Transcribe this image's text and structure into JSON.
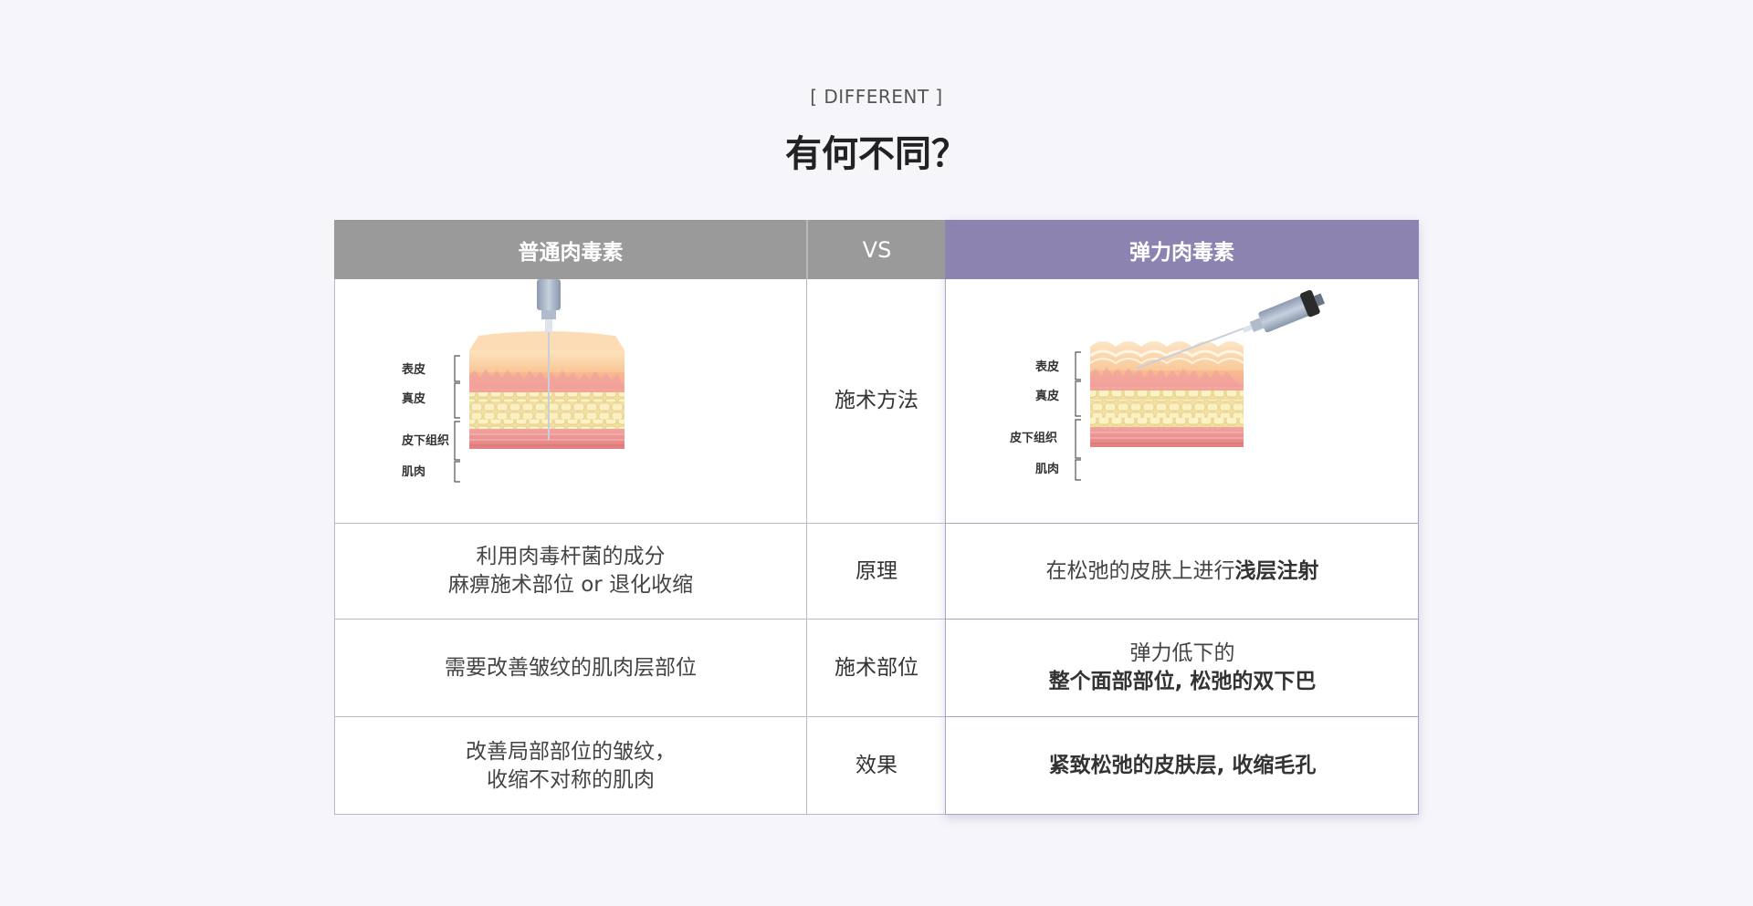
{
  "header": {
    "tag": "[ DIFFERENT ]",
    "title": "有何不同？"
  },
  "columns": {
    "normal": "普通肉毒素",
    "vs": "VS",
    "elastic": "弹力肉毒素"
  },
  "skin_layers": [
    "表皮",
    "真皮",
    "皮下组织",
    "肌肉"
  ],
  "rows": [
    {
      "label": "施术方法"
    },
    {
      "label": "原理",
      "normal": [
        "利用肉毒杆菌的成分",
        "麻痹施术部位 or 退化收缩"
      ],
      "elastic_plain": "在松弛的皮肤上进行",
      "elastic_bold": "浅层注射"
    },
    {
      "label": "施术部位",
      "normal": [
        "需要改善皱纹的肌肉层部位"
      ],
      "elastic_plain": "弹力低下的",
      "elastic_bold": "整个面部部位, 松弛的双下巴"
    },
    {
      "label": "效果",
      "normal": [
        "改善局部部位的皱纹，",
        "收缩不对称的肌肉"
      ],
      "elastic_bold": "紧致松弛的皮肤层, 收缩毛孔"
    }
  ],
  "colors": {
    "header_gray": "#9a9a9a",
    "header_purple": "#8c83b1",
    "background": "#f5f5fa"
  }
}
